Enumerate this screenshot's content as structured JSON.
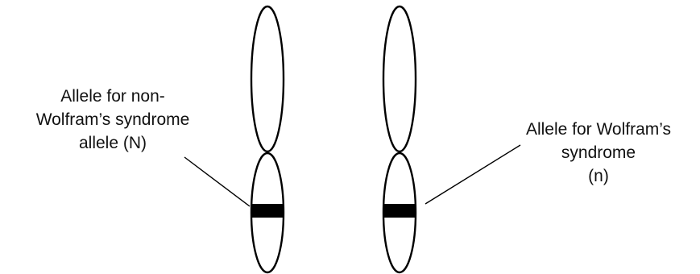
{
  "labels": {
    "left": {
      "line1": "Allele for non-",
      "line2": "Wolfram’s syndrome",
      "line3": "allele (N)"
    },
    "right": {
      "line1": "Allele for Wolfram’s",
      "line2": "syndrome",
      "line3": "(n)"
    }
  },
  "colors": {
    "outline": "#000000",
    "band": "#000000",
    "background": "#ffffff"
  }
}
